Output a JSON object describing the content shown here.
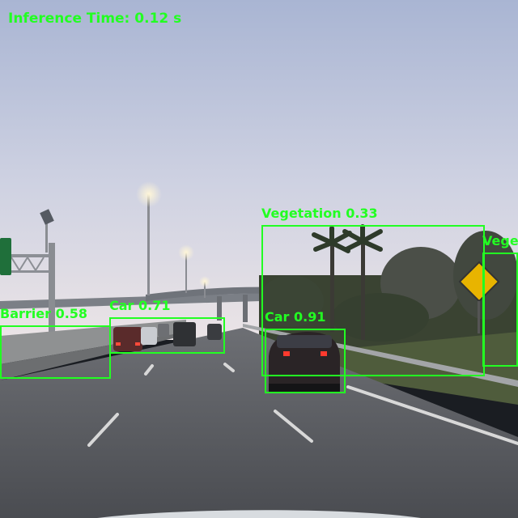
{
  "overlay": {
    "inference_time": "Inference Time: 0.12 s"
  },
  "detections": [
    {
      "label": "Barrier 0.58"
    },
    {
      "label": "Car 0.71"
    },
    {
      "label": "Vegetation 0.33"
    },
    {
      "label": "Car 0.91"
    },
    {
      "label": "Vege"
    }
  ],
  "colors": {
    "box": "#22ff22",
    "sky_top": "#aab6d4",
    "sky_bottom": "#e6e2ea",
    "road": "#5b5d62"
  }
}
